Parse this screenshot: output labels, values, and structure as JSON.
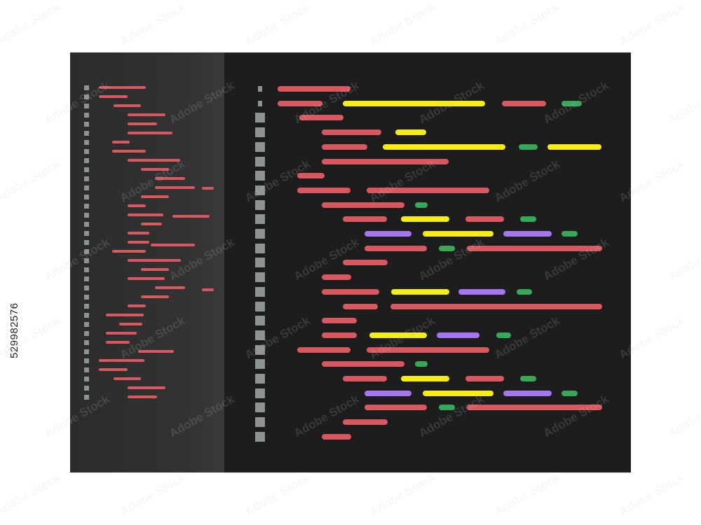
{
  "watermark": {
    "stock_id": "529982576",
    "stamp_text": "Adobe Stock"
  },
  "colors": {
    "frame_bg": "#1d1d1d",
    "minimap_bg": "#333333",
    "gutter": "#8c948f",
    "keyword": "#d9575f",
    "string": "#f7ec13",
    "constant": "#a774f2",
    "number": "#37a857"
  },
  "minimap": {
    "tokens": [
      "keyword"
    ],
    "extra_markers": [
      "keyword",
      "keyword"
    ]
  },
  "code_lines": [
    [
      "keyword"
    ],
    [
      "keyword",
      "string",
      "keyword",
      "number"
    ],
    [
      "keyword"
    ],
    [
      "keyword",
      "string"
    ],
    [
      "keyword",
      "string",
      "number",
      "string"
    ],
    [
      "keyword"
    ],
    [
      "keyword"
    ],
    [
      "keyword",
      "keyword"
    ],
    [
      "keyword",
      "number"
    ],
    [
      "keyword",
      "string",
      "keyword",
      "number"
    ],
    [
      "constant",
      "string",
      "constant",
      "number"
    ],
    [
      "keyword",
      "number",
      "keyword"
    ],
    [
      "keyword"
    ],
    [
      "keyword"
    ],
    [
      "keyword",
      "string",
      "constant",
      "number"
    ],
    [
      "keyword",
      "keyword"
    ],
    [
      "keyword"
    ],
    [
      "keyword",
      "string",
      "constant",
      "number"
    ],
    [
      "keyword",
      "keyword"
    ],
    [
      "keyword",
      "number"
    ],
    [
      "keyword",
      "string",
      "keyword",
      "number"
    ],
    [
      "constant",
      "string",
      "constant",
      "number"
    ],
    [
      "keyword",
      "number",
      "keyword"
    ],
    [
      "keyword"
    ],
    [
      "keyword"
    ]
  ]
}
